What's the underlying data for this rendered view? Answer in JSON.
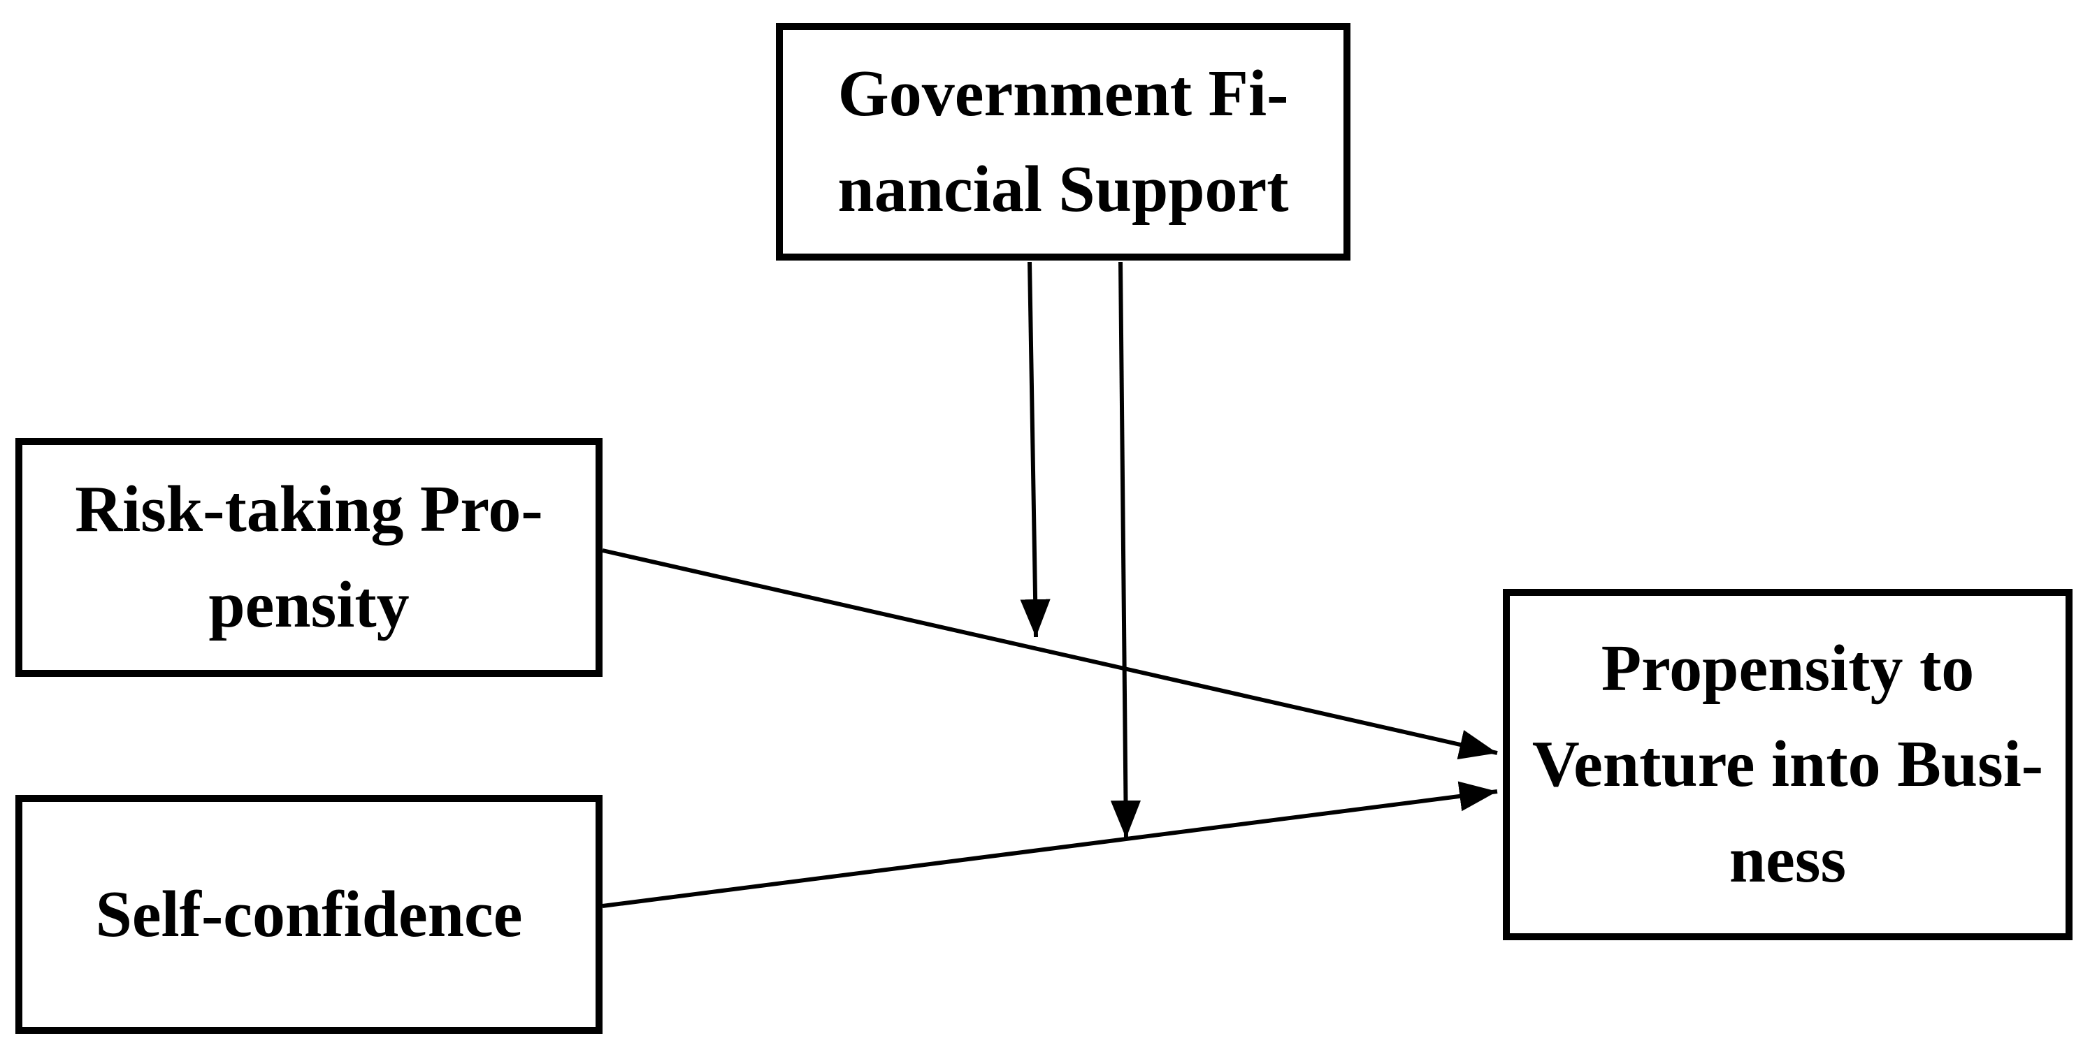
{
  "diagram": {
    "title": "Conceptual framework: moderation model of propensity to venture into business",
    "background_color": "#ffffff",
    "line_color": "#000000",
    "boxes": {
      "government_financial_support": {
        "label": "Government Financial Support",
        "lines": [
          "Government Fi-",
          "nancial Support"
        ],
        "role": "moderator"
      },
      "risk_taking_propensity": {
        "label": "Risk-taking Propensity",
        "lines": [
          "Risk-taking Pro-",
          "pensity"
        ],
        "role": "independent-variable"
      },
      "self_confidence": {
        "label": "Self-confidence",
        "lines": [
          "Self-confidence"
        ],
        "role": "independent-variable"
      },
      "propensity_to_venture_into_business": {
        "label": "Propensity to Venture into Business",
        "lines": [
          "Propensity to",
          "Venture into Busi-",
          "ness"
        ],
        "role": "dependent-variable"
      }
    },
    "arrows": [
      {
        "name": "risk-to-business",
        "from": "risk_taking_propensity",
        "to": "propensity_to_venture_into_business",
        "type": "direct-effect"
      },
      {
        "name": "self-to-business",
        "from": "self_confidence",
        "to": "propensity_to_venture_into_business",
        "type": "direct-effect"
      },
      {
        "name": "government-moderates-risk-path",
        "from": "government_financial_support",
        "to": "risk-to-business path",
        "type": "moderation"
      },
      {
        "name": "government-moderates-self-path",
        "from": "government_financial_support",
        "to": "self-to-business path",
        "type": "moderation"
      }
    ]
  }
}
